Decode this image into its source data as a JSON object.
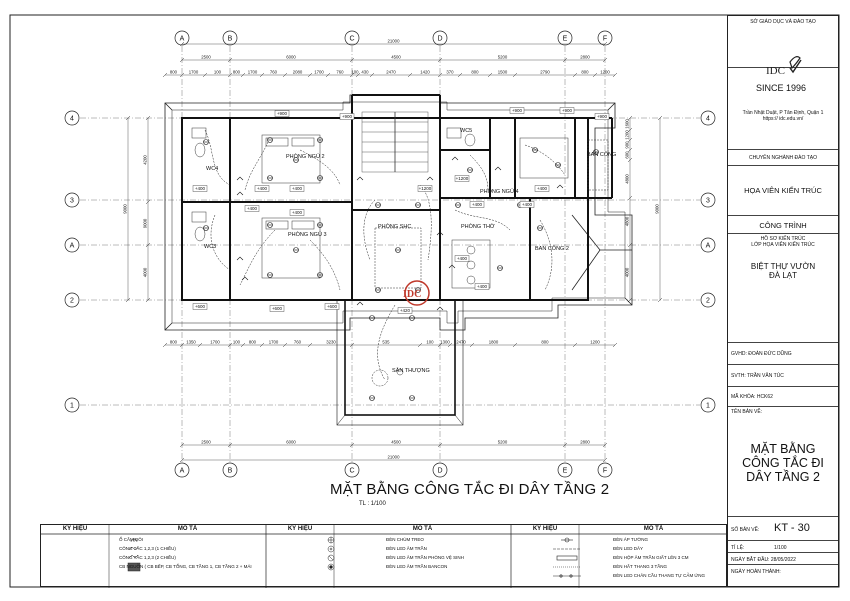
{
  "grid": {
    "columns": [
      "A",
      "B",
      "C",
      "D",
      "E",
      "F"
    ],
    "rows": [
      "4",
      "3",
      "A",
      "2",
      "1"
    ]
  },
  "dimensions": {
    "overall": "21000",
    "top_main": [
      "2500",
      "6000",
      "4500",
      "5200",
      "2800"
    ],
    "top_detail": [
      "800",
      "1700",
      "100",
      "800",
      "1700",
      "760",
      "2080",
      "1700",
      "760",
      "100",
      "430",
      "2470",
      "1420",
      "370",
      "800",
      "1500",
      "2790",
      "800",
      "1200"
    ],
    "bottom_detail": [
      "800",
      "1350",
      "1700",
      "100",
      "800",
      "1700",
      "760",
      "3230",
      "535",
      "100",
      "1300",
      "2470",
      "1800",
      "800",
      "1200"
    ],
    "bottom_main": [
      "2500",
      "6000",
      "4500",
      "5200",
      "2800"
    ],
    "left_vertical": [
      "4200",
      "9000",
      "4000",
      "4800"
    ],
    "right_vertical": [
      "1600",
      "1200",
      "900",
      "600",
      "4800",
      "4800",
      "4000",
      "9000",
      "1700",
      "1700"
    ],
    "outlet_tags": [
      "+400",
      "+900",
      "+1200",
      "+600",
      "+420"
    ]
  },
  "rooms": {
    "bedroom2": "PHÒNG NGỦ 2",
    "bedroom3": "PHÒNG NGỦ 3",
    "bedroom4": "PHÒNG NGỦ 4",
    "wc4": "WC4",
    "wc3": "WC3",
    "wc5": "WC5",
    "common": "PHÒNG SHC",
    "worship": "PHÒNG THỜ",
    "balcony1": "BAN CÔNG",
    "balcony2": "BAN CÔNG 2",
    "terrace": "SÂN THƯỢNG"
  },
  "stamp": "IDC",
  "drawing": {
    "title": "MẶT BẰNG CÔNG TẮC ĐI DÂY TẦNG 2",
    "scale": "TL : 1/100"
  },
  "legend": {
    "head_symbol": "KÝ HIỆU",
    "head_desc": "MÔ TẢ",
    "col1": [
      "Ổ CẮM ĐÔI",
      "CÔNG TẮC 1,2,3 (1 CHIỀU)",
      "CÔNG TẮC 1,2,3 (2 CHIỀU)",
      "CB NGUỒN ( CB BẾP, CB TỔNG, CB TẦNG 1, CB TẦNG 2 + MÁI"
    ],
    "col2": [
      "ĐÈN CHÙM TREO",
      "ĐÈN LED ÂM TRẦN",
      "ĐÈN LED ÂM TRẦN PHÒNG VỆ SINH",
      "ĐÈN LED ÂM TRẦN BANCON"
    ],
    "col3": [
      "ĐÈN ÁP TƯỜNG",
      "ĐÈN LED DÂY",
      "ĐÈN HỘP ÂM TRẦN GIẤT LÊN 3 CM",
      "ĐÈN HẮT THANG 3 TẦNG",
      "ĐÈN LED CHÂN CẦU THANG TỰ CẢM ỨNG"
    ]
  },
  "titleblock": {
    "school": "SỞ GIÁO DỤC VÀ ĐÀO TẠO",
    "logo_text": "IDC",
    "since": "SINCE 1996",
    "address": "Trần Nhật Duật, P Tân Định, Quận 1",
    "website": "https:// idc.edu.vn/",
    "program": "CHUYÊN NGHÀNH ĐÀO TẠO",
    "program_name": "HỌA VIÊN KIẾN TRÚC",
    "project_label": "CÔNG TRÌNH",
    "project_sub1": "HỒ SƠ KIẾN TRÚC",
    "project_sub2": "LỚP HỌA VIÊN KIẾN TRÚC",
    "project_name1": "BIỆT THỰ VƯỜN",
    "project_name2": "ĐÀ LẠT",
    "gvhd": "GVHD: ĐOÀN ĐỨC DŨNG",
    "svth": "SVTH: TRẦN VĂN TÚC",
    "course": "MÃ KHÓA:  HCK62",
    "drawing_name_label": "TÊN BẢN VẼ:",
    "drawing_name1": "MẶT BẰNG",
    "drawing_name2": "CÔNG TẮC ĐI",
    "drawing_name3": "DÂY TẦNG 2",
    "sheet_label": "SỐ BẢN VẼ:",
    "sheet_no": "KT - 30",
    "scale_label": "TỈ LỆ:",
    "scale_value": "1/100",
    "start_label": "NGÀY BẮT ĐẦU: 28/05/2022",
    "finish_label": "NGÀY HOÀN THÀNH:"
  }
}
